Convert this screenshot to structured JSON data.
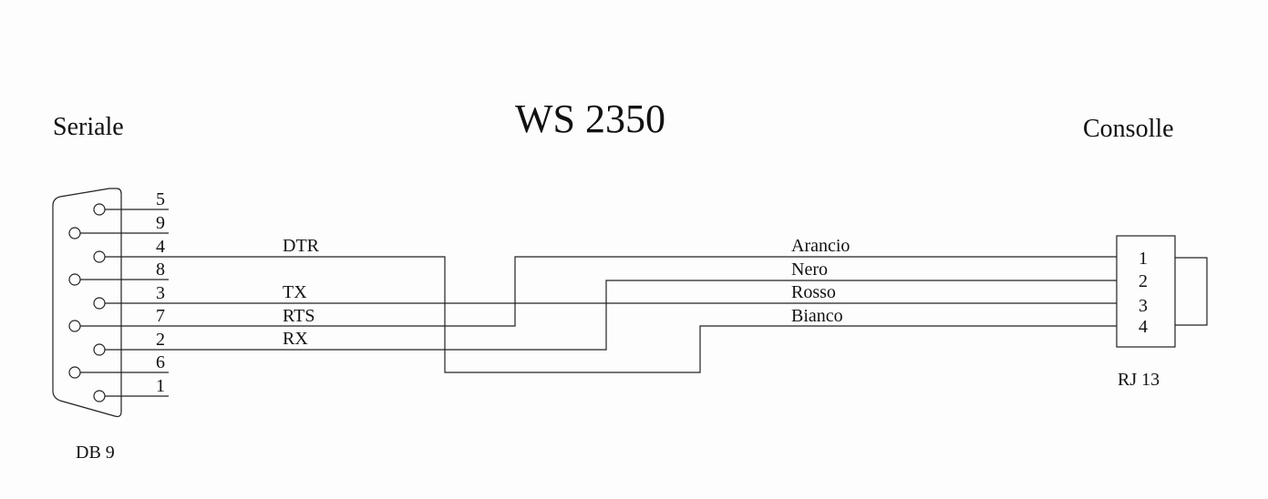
{
  "title": "WS 2350",
  "left_heading": "Seriale",
  "right_heading": "Consolle",
  "left_connector": {
    "name": "DB 9",
    "pins": [
      "5",
      "9",
      "4",
      "8",
      "3",
      "7",
      "2",
      "6",
      "1"
    ]
  },
  "right_connector": {
    "name": "RJ 13",
    "pins": [
      "1",
      "2",
      "3",
      "4"
    ]
  },
  "signals": {
    "dtr": "DTR",
    "tx": "TX",
    "rts": "RTS",
    "rx": "RX"
  },
  "wire_colors": {
    "arancio": "Arancio",
    "nero": "Nero",
    "rosso": "Rosso",
    "bianco": "Bianco"
  }
}
